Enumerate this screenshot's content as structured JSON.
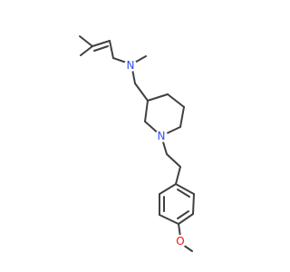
{
  "atoms": {
    "N_amine": {
      "symbol": "N",
      "color": "#3050f8"
    },
    "N_ring": {
      "symbol": "N",
      "color": "#3050f8"
    },
    "O_methoxy": {
      "symbol": "O",
      "color": "#ff0d0d"
    }
  },
  "colors": {
    "bond": "#404040",
    "nitrogen": "#3050f8",
    "oxygen": "#ff0d0d",
    "background": "#ffffff"
  }
}
